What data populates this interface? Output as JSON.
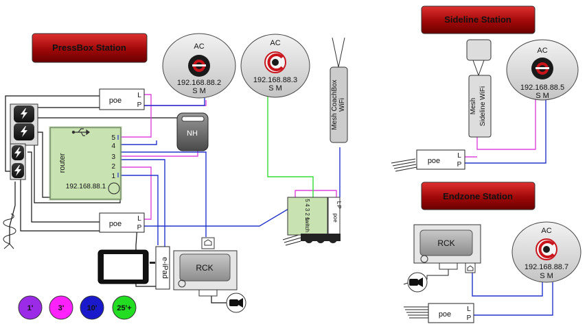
{
  "stations": {
    "pressbox": "PressBox Station",
    "sideline": "Sideline Station",
    "endzone": "Endzone Station"
  },
  "ac_units": [
    {
      "label": "AC",
      "ip": "192.168.88.2",
      "ports": "S M"
    },
    {
      "label": "AC",
      "ip": "192.168.88.3",
      "ports": "S M"
    },
    {
      "label": "AC",
      "ip": "192.168.88.5",
      "ports": "S M"
    },
    {
      "label": "AC",
      "ip": "192.168.88.7",
      "ports": "S M"
    }
  ],
  "poe": {
    "label": "poe",
    "port_l": "L",
    "port_p": "P"
  },
  "router": {
    "label": "router",
    "ip": "192.168.88.1",
    "ports": [
      "5",
      "4",
      "3",
      "2",
      "1"
    ]
  },
  "nh_label": "NH",
  "rck_label": "RCK",
  "eipad_label": "e-iPad",
  "mesh_coachbox": [
    "Mesh CoachBox",
    "WiFi"
  ],
  "mesh_sideline": [
    "Mesh",
    "Sideline WiFi"
  ],
  "switch": {
    "label": "switch",
    "ports": "5 4 3 2 1"
  },
  "switch_poe": {
    "label": "poe",
    "port_l": "L",
    "port_p": "P"
  },
  "legend": [
    {
      "label": "1'",
      "color": "#9b2be6"
    },
    {
      "label": "3'",
      "color": "#ff22ff"
    },
    {
      "label": "10'",
      "color": "#1a1acc"
    },
    {
      "label": "25'+",
      "color": "#22dd22"
    }
  ],
  "colors": {
    "purple": "#9b2be6",
    "magenta": "#ee44ee",
    "blue": "#2233cc",
    "green": "#33dd33",
    "banner_dark": "#7a0000",
    "banner_light": "#d42222"
  }
}
